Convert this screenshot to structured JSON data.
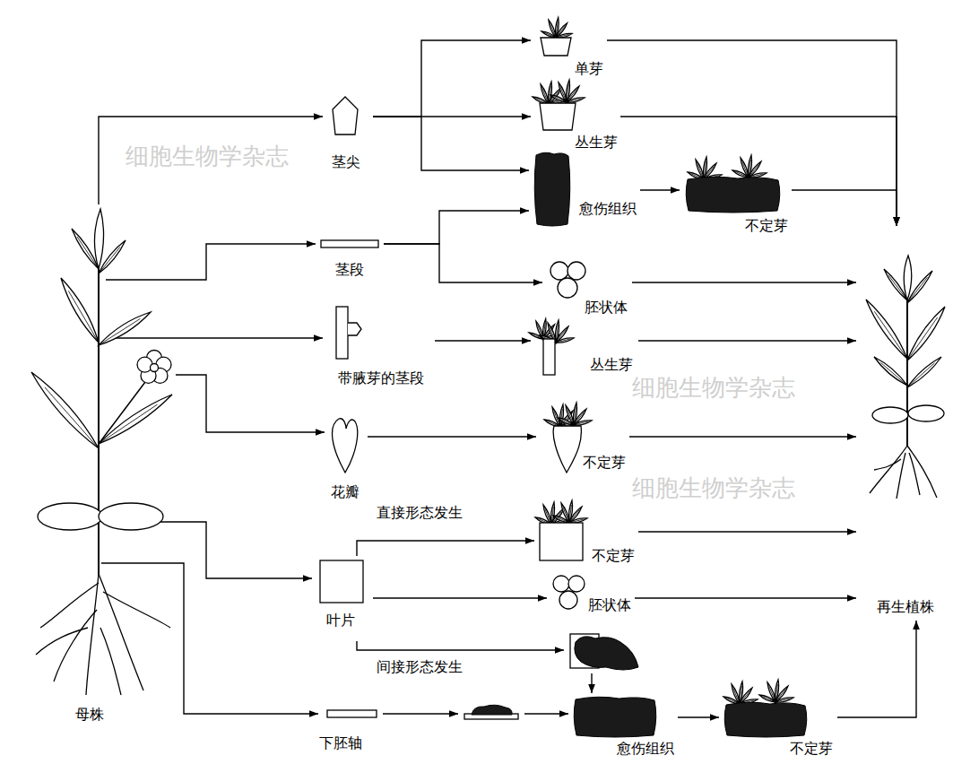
{
  "diagram": {
    "nodes": [
      {
        "text": [
          "母株"
        ]
      },
      {
        "text": [
          "茎尖"
        ]
      },
      {
        "text": [
          "茎段"
        ]
      },
      {
        "text": [
          "带腋芽的茎段"
        ]
      },
      {
        "text": [
          "花瓣"
        ]
      },
      {
        "text": [
          "叶片"
        ]
      },
      {
        "text": [
          "下胚轴"
        ]
      },
      {
        "text": [
          "单芽"
        ]
      },
      {
        "text": [
          "丛生芽"
        ]
      },
      {
        "text": [
          "愈伤组织"
        ]
      },
      {
        "text": [
          "不定芽"
        ]
      },
      {
        "text": [
          "胚状体"
        ]
      },
      {
        "text": [
          "丛生芽"
        ]
      },
      {
        "text": [
          "不定芽"
        ]
      },
      {
        "text": [
          "不定芽"
        ]
      },
      {
        "text": [
          "胚状体"
        ]
      },
      {
        "text": [
          "愈伤组织"
        ]
      },
      {
        "text": [
          "不定芽"
        ]
      },
      {
        "text": [
          "再生植株"
        ]
      }
    ],
    "edges": [
      {
        "from": 0,
        "to": 1,
        "arrow": "to"
      },
      {
        "from": 0,
        "to": 2,
        "arrow": "to"
      },
      {
        "from": 0,
        "to": 3,
        "arrow": "to"
      },
      {
        "from": 0,
        "to": 4,
        "arrow": "to"
      },
      {
        "from": 0,
        "to": 5,
        "arrow": "to"
      },
      {
        "from": 0,
        "to": 6,
        "arrow": "to"
      },
      {
        "from": 1,
        "to": 7,
        "arrow": "to"
      },
      {
        "from": 1,
        "to": 8,
        "arrow": "to"
      },
      {
        "from": 1,
        "to": 9,
        "arrow": "to"
      },
      {
        "from": 2,
        "to": 9,
        "arrow": "to"
      },
      {
        "from": 2,
        "to": 11,
        "arrow": "to"
      },
      {
        "from": 3,
        "to": 12,
        "arrow": "to"
      },
      {
        "from": 4,
        "to": 13,
        "arrow": "to"
      },
      {
        "from": 5,
        "to": 14,
        "arrow": "to"
      },
      {
        "from": 5,
        "to": 15,
        "arrow": "to"
      },
      {
        "from": 5,
        "to": 16,
        "arrow": "to"
      },
      {
        "from": 6,
        "to": 16,
        "arrow": "to"
      },
      {
        "from": 9,
        "to": 10,
        "arrow": "to"
      },
      {
        "from": 16,
        "to": 17,
        "arrow": "to"
      },
      {
        "from": 7,
        "to": 18,
        "arrow": "to"
      },
      {
        "from": 8,
        "to": 18,
        "arrow": "to"
      },
      {
        "from": 10,
        "to": 18,
        "arrow": "to"
      },
      {
        "from": 11,
        "to": 18,
        "arrow": "to"
      },
      {
        "from": 12,
        "to": 18,
        "arrow": "to"
      },
      {
        "from": 13,
        "to": 18,
        "arrow": "to"
      },
      {
        "from": 14,
        "to": 18,
        "arrow": "to"
      },
      {
        "from": 15,
        "to": 18,
        "arrow": "to"
      },
      {
        "from": 17,
        "to": 18,
        "arrow": "to"
      }
    ],
    "labels": [
      "直接形态发生",
      "间接形态发生",
      "细胞生物学杂志",
      "细胞生物学杂志",
      "细胞生物学杂志"
    ]
  }
}
